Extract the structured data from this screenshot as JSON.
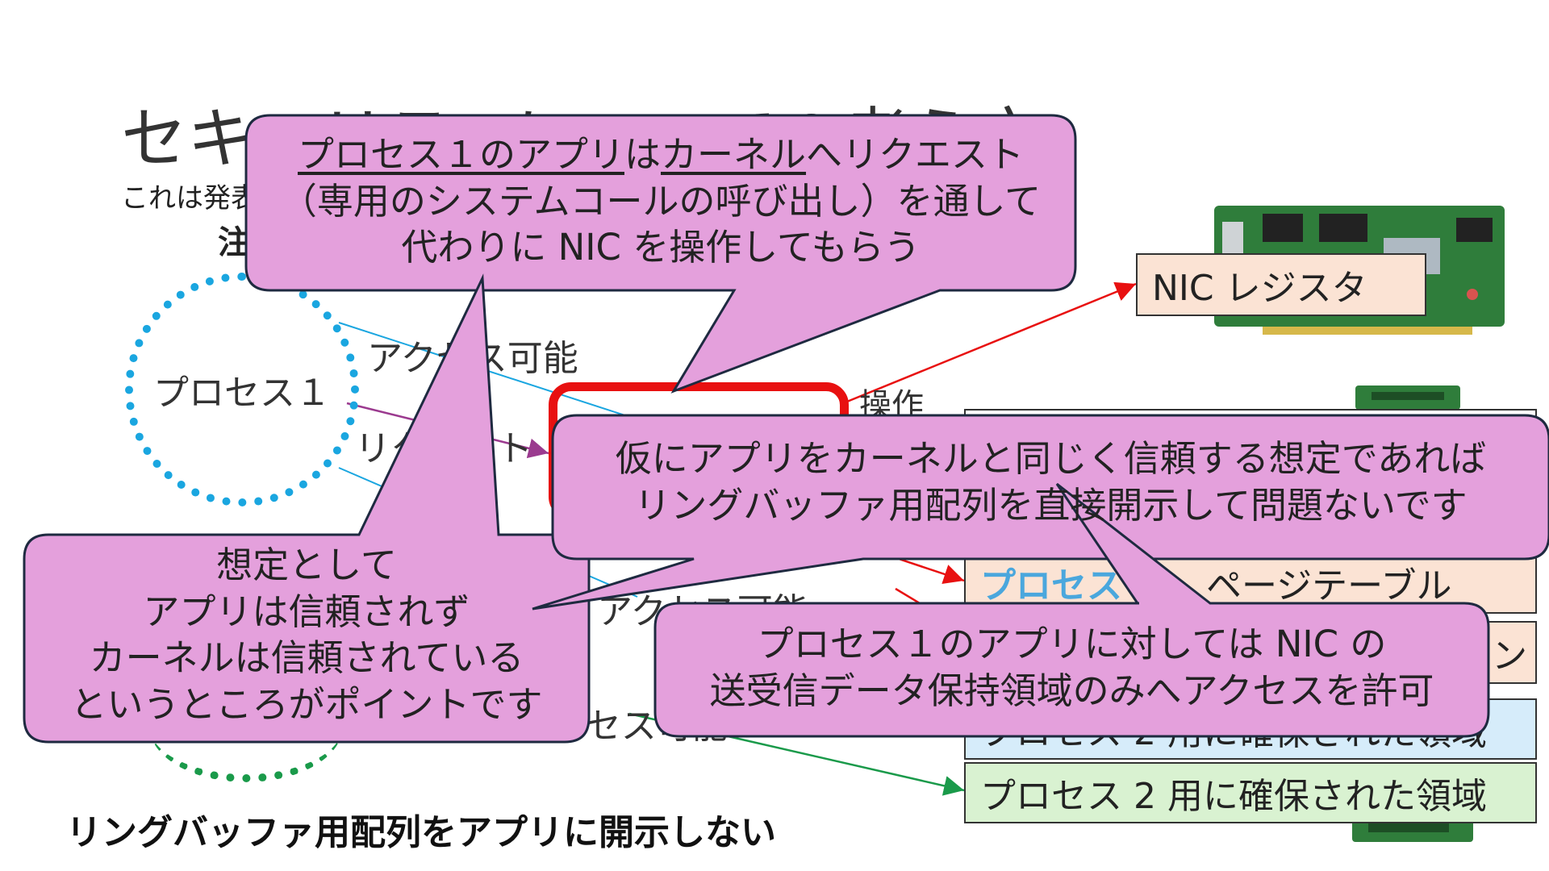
{
  "slide": {
    "title": "セキュリティについての考え方",
    "subtitle": "これは発表者の意見です、詳細は別途参照してください",
    "note_fragment": "注",
    "footer": "リングバッファ用配列をアプリに開示しない"
  },
  "diagram": {
    "process1_label": "プロセス１",
    "access_label_1": "アクセス可能",
    "request_label": "リクエスト",
    "operate_label": "操作",
    "access_label_2": "アクセス可能",
    "access_label_3": "アクセス可能",
    "nic_register": "NIC レジスタ",
    "page_table_highlight": "プロセス",
    "page_table_rest": "ページテーブル",
    "region_partial": "レン",
    "region_blue_partial": "プロセス 2 用に確保された領域",
    "region_process2": "プロセス 2 用に確保された領域"
  },
  "callouts": {
    "top": {
      "part1": "プロセス１のアプリ",
      "part2": "は",
      "part3": "カーネル",
      "part4": "へリクエスト",
      "line2": "（専用のシステムコールの呼び出し）を通して",
      "line3": "代わりに NIC を操作してもらう"
    },
    "middle": {
      "line1": "仮にアプリをカーネルと同じく信頼する想定であれば",
      "line2": "リングバッファ用配列を直接開示して問題ないです"
    },
    "left": {
      "line1": "想定として",
      "line2": "アプリは信頼されず",
      "line3": "カーネルは信頼されている",
      "line4": "というところがポイントです"
    },
    "bottom_right": {
      "line1": "プロセス１のアプリに対しては NIC の",
      "line2": "送受信データ保持領域のみへアクセスを許可"
    }
  },
  "colors": {
    "callout_fill": "#e4a0dc",
    "callout_stroke": "#1e2a40",
    "process1_ring": "#1aa6e0",
    "process2_ring": "#1a9a4a",
    "kernel_box": "#e81010",
    "peach_box": "#fbe3d4",
    "blue_box": "#d6ecfa",
    "green_box": "#d9f2d1",
    "highlight_text": "#4aa7dd"
  }
}
